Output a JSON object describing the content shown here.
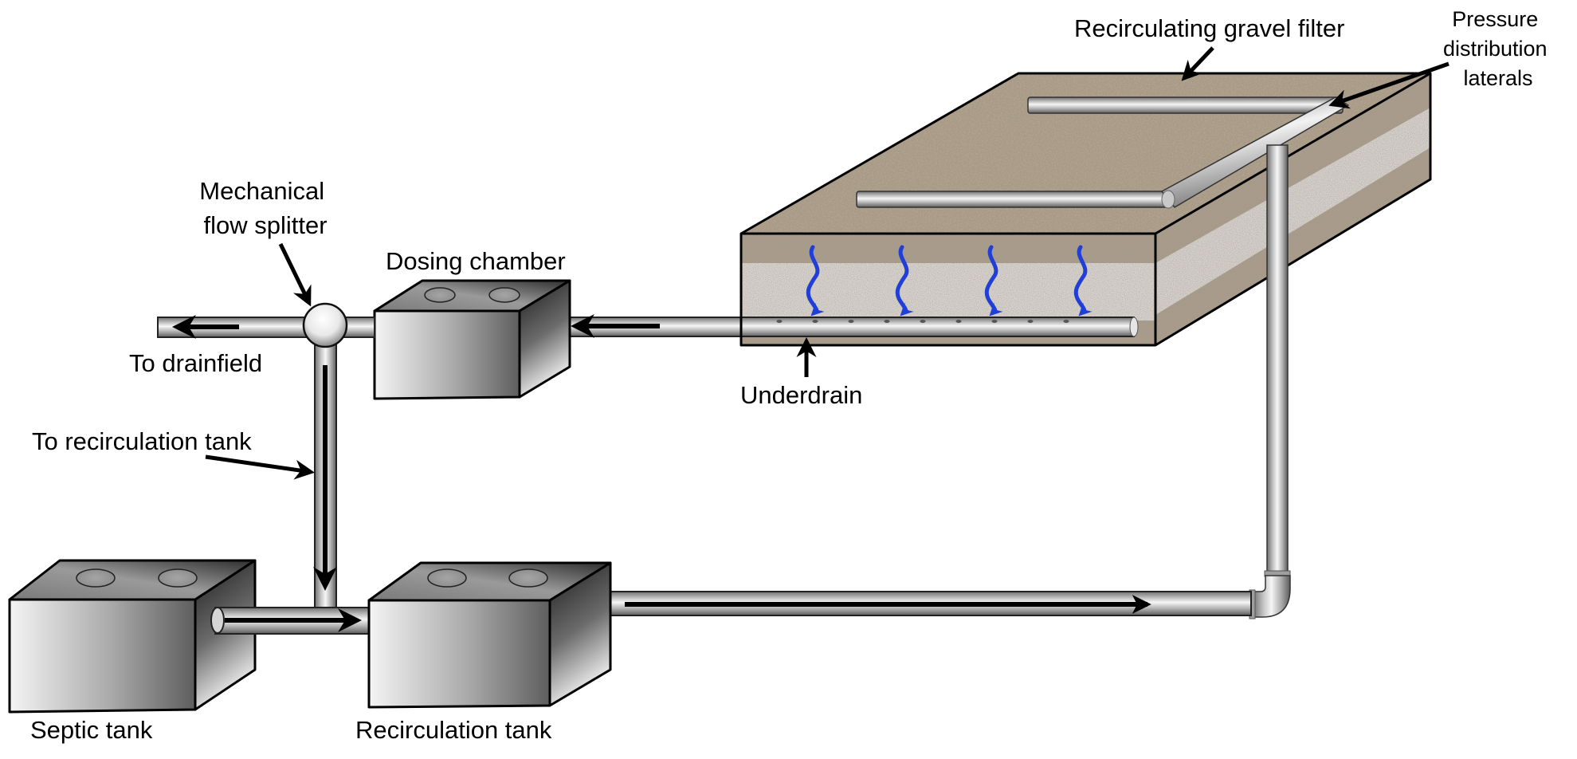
{
  "diagram": {
    "title": "Recirculating gravel filter system",
    "labels": {
      "recirculating_gravel_filter": "Recirculating gravel filter",
      "pressure_distribution_laterals": [
        "Pressure",
        "distribution",
        "laterals"
      ],
      "mechanical_flow_splitter": [
        "Mechanical",
        "flow splitter"
      ],
      "dosing_chamber": "Dosing chamber",
      "to_drainfield": "To drainfield",
      "underdrain": "Underdrain",
      "to_recirculation_tank": "To recirculation tank",
      "septic_tank": "Septic tank",
      "recirculation_tank": "Recirculation tank"
    },
    "components": [
      {
        "id": "septic-tank",
        "label": "Septic tank",
        "type": "tank",
        "lids": 2
      },
      {
        "id": "recirculation-tank",
        "label": "Recirculation tank",
        "type": "tank",
        "lids": 2
      },
      {
        "id": "dosing-chamber",
        "label": "Dosing chamber",
        "type": "tank",
        "lids": 2
      },
      {
        "id": "mechanical-flow-splitter",
        "label": "Mechanical flow splitter",
        "type": "valve"
      },
      {
        "id": "recirculating-gravel-filter",
        "label": "Recirculating gravel filter",
        "type": "filter-bed"
      },
      {
        "id": "pressure-distribution-laterals",
        "label": "Pressure distribution laterals",
        "type": "pipe",
        "count": 2
      },
      {
        "id": "underdrain",
        "label": "Underdrain",
        "type": "perforated-pipe",
        "perforations": 9
      }
    ],
    "flows": [
      {
        "from": "septic-tank",
        "to": "recirculation-tank",
        "direction": "right"
      },
      {
        "from": "recirculation-tank",
        "to": "recirculating-gravel-filter",
        "direction": "right"
      },
      {
        "from": "underdrain",
        "to": "dosing-chamber",
        "direction": "left"
      },
      {
        "from": "mechanical-flow-splitter",
        "to": "drainfield",
        "direction": "left"
      },
      {
        "from": "mechanical-flow-splitter",
        "to": "recirculation-tank",
        "direction": "down"
      }
    ],
    "percolation_arrows": 4,
    "colors": {
      "percolation_arrow": "#1f3fd6",
      "gravel_base": "#9c8e7a",
      "sand_layer": "#c9c2bb",
      "outline": "#000000"
    }
  }
}
